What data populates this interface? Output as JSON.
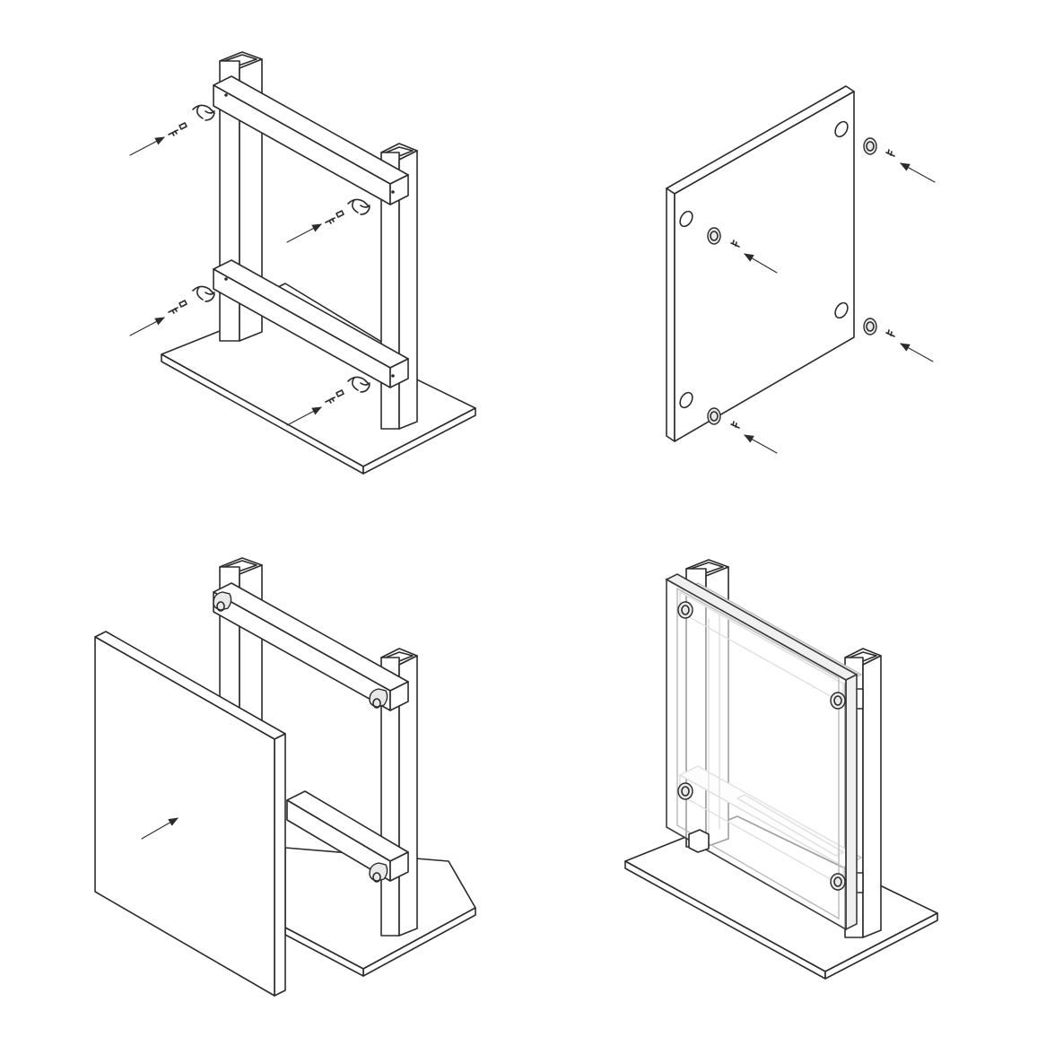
{
  "diagram": {
    "kind": "assembly-instructions",
    "layout": "2x2 grid",
    "line_color": "#2b2b2b",
    "background": "#ffffff",
    "steps": [
      {
        "id": "step-1",
        "depicts": "frame-with-clamps"
      },
      {
        "id": "step-2",
        "depicts": "panel-with-standoffs"
      },
      {
        "id": "step-3",
        "depicts": "panel-onto-frame"
      },
      {
        "id": "step-4",
        "depicts": "assembled-display"
      }
    ]
  }
}
